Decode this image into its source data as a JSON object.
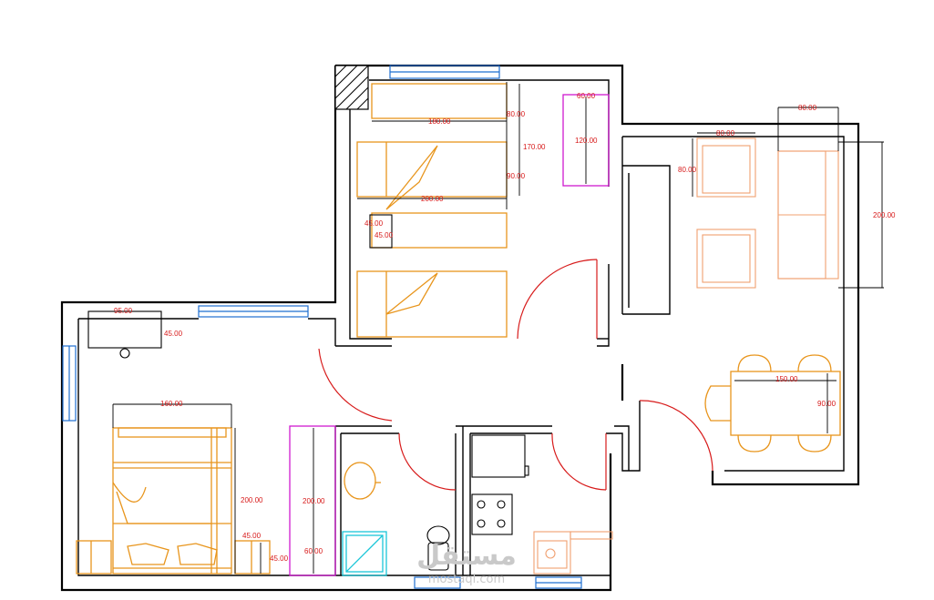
{
  "dimensions": {
    "bunk_length": "180.00",
    "bunk_top_width": "80.00",
    "bunk_total": "170.00",
    "bunk_bottom_width": "90.00",
    "bed_length": "200.00",
    "nightstand_w": "45.00",
    "nightstand_d": "45.00",
    "kids_closet_w": "60.00",
    "kids_closet_l": "120.00",
    "sofa_width": "80.00",
    "armchair_w": "80.00",
    "armchair_d": "80.00",
    "sofa_length": "200.00",
    "desk_w": "95.00",
    "desk_d": "45.00",
    "double_bed_w": "160.00",
    "double_bed_l": "200.00",
    "master_closet_l": "200.00",
    "master_closet_w": "60.00",
    "master_night_w": "45.00",
    "master_night_d": "45.00",
    "table_length": "150.00",
    "table_width": "90.00"
  },
  "watermark": {
    "arabic": "مستقل",
    "latin": "mostaql.com"
  },
  "colors": {
    "walls": "#000000",
    "windows": "#1e6fd0",
    "doors": "#d71a1a",
    "furniture": "#e8951c",
    "closets": "#d01ad0",
    "bathroom": "#1ac6d8",
    "dimension_text": "#d71a1a"
  }
}
